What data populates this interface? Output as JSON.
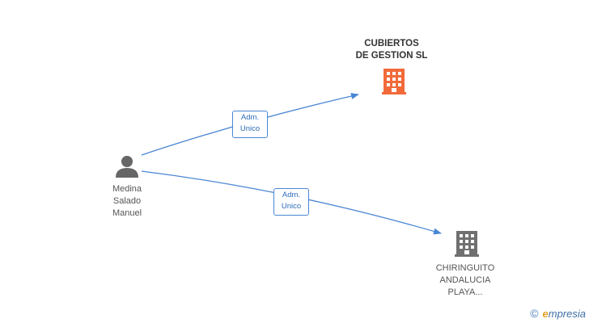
{
  "nodes": {
    "person": {
      "label": "Medina\nSalado\nManuel",
      "icon": "person-icon",
      "color": "#666666"
    },
    "company_main": {
      "label": "CUBIERTOS\nDE GESTION SL",
      "icon": "building-icon",
      "color": "#f26a3a"
    },
    "company_other": {
      "label": "CHIRINGUITO\nANDALUCIA\nPLAYA...",
      "icon": "building-icon",
      "color": "#707070"
    }
  },
  "edges": [
    {
      "from": "person",
      "to": "company_main",
      "label": "Adm.\nUnico"
    },
    {
      "from": "person",
      "to": "company_other",
      "label": "Adm.\nUnico"
    }
  ],
  "edge_color": "#4a86d4",
  "watermark": {
    "symbol": "©",
    "brand_initial": "e",
    "brand_rest": "mpresia"
  }
}
